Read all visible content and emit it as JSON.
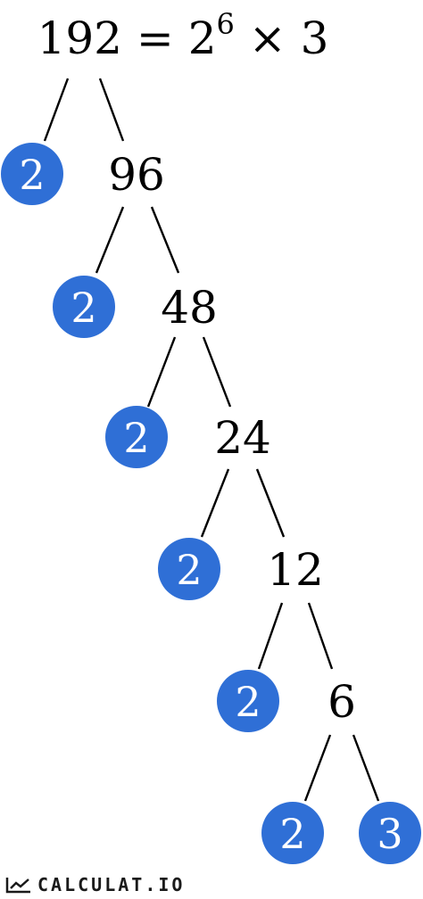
{
  "title": {
    "number": "192",
    "equals": "=",
    "base": "2",
    "exponent": "6",
    "times": "×",
    "factor": "3"
  },
  "nodes": [
    {
      "label": "96",
      "prime": "2"
    },
    {
      "label": "48",
      "prime": "2"
    },
    {
      "label": "24",
      "prime": "2"
    },
    {
      "label": "12",
      "prime": "2"
    },
    {
      "label": "6",
      "prime": "2"
    }
  ],
  "final_primes": [
    "2",
    "3"
  ],
  "colors": {
    "prime_circle": "#2f6fd6",
    "line": "#000000"
  },
  "footer": {
    "brand": "CALCULAT.IO",
    "logo_icon": "calculatio-logo-icon"
  }
}
